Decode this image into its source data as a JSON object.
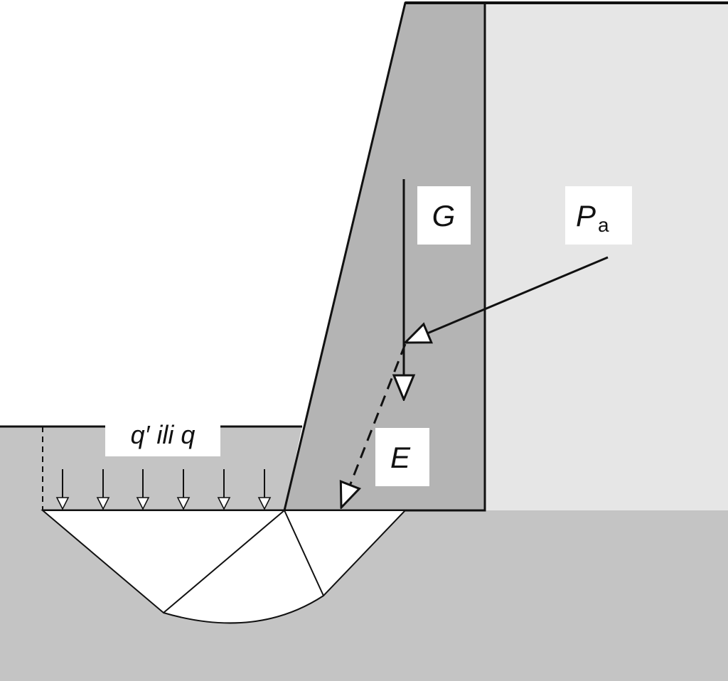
{
  "labels": {
    "weight": "G",
    "active_pressure_main": "P",
    "active_pressure_sub": "a",
    "resultant": "E",
    "surcharge": "q′ ili q"
  },
  "colors": {
    "wall": "#b4b4b4",
    "backfill": "#e6e6e6",
    "ground": "#c4c4c4",
    "failure_zone": "#ffffff",
    "line": "#111111",
    "label_box": "#ffffff"
  }
}
